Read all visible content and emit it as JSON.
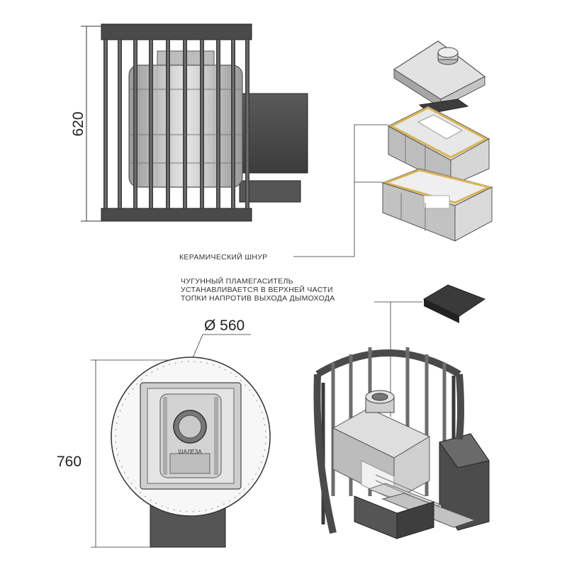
{
  "dimensions": {
    "height_side": "620",
    "diameter": "Ø 560",
    "depth": "760"
  },
  "callouts": {
    "ceramic_cord": "КЕРАМИЧЕСКИЙ ШНУР",
    "deflector_line1": "ЧУГУННЫЙ ПЛАМЕГАСИТЕЛЬ",
    "deflector_line2": "УСТАНАВЛИВАЕТСЯ В ВЕРХНЕЙ ЧАСТИ",
    "deflector_line3": "ТОПКИ НАПРОТИВ ВЫХОДА ДЫМОХОДА"
  },
  "brand": "ШАЛЕЗА",
  "colors": {
    "metal_dark": "#4a4a4a",
    "metal_mid": "#8c8c8c",
    "cast_iron_light": "#d9d9d9",
    "ceramic_cord": "#d8b45a"
  }
}
